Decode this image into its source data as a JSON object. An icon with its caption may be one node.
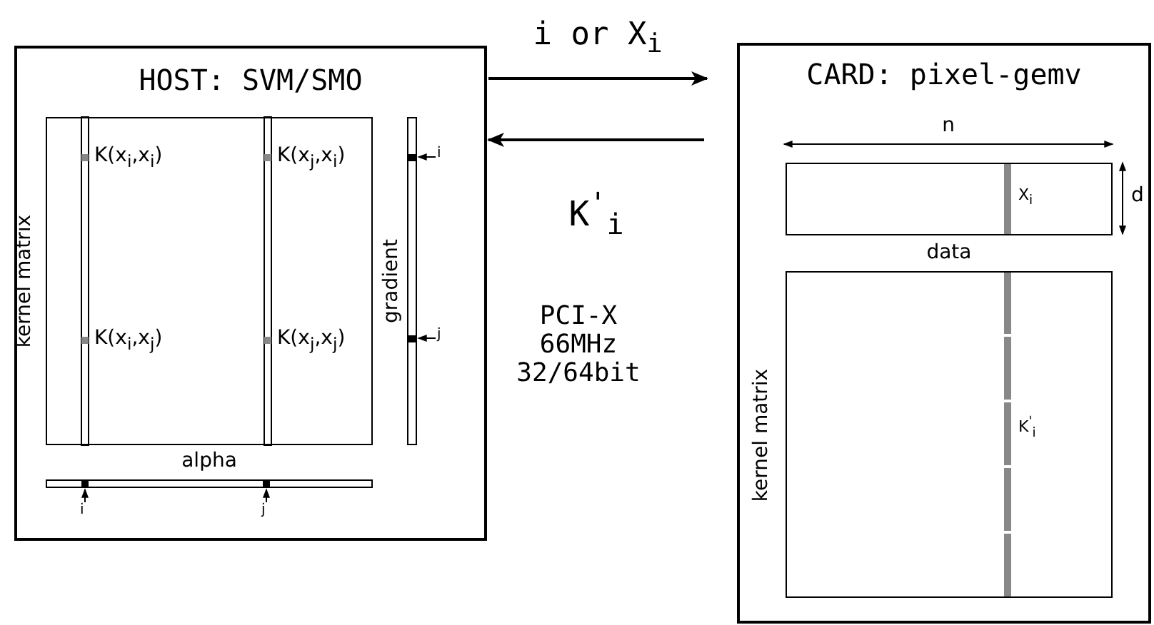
{
  "diagram": {
    "nodes": [
      {
        "text": [
          "HOST: SVM/SMO"
        ]
      },
      {
        "text": [
          "CARD: pixel-gemv"
        ]
      },
      {
        "text": [
          "kernel matrix"
        ],
        "in": 0
      },
      {
        "text": [
          "gradient"
        ],
        "in": 0
      },
      {
        "text": [
          "alpha"
        ],
        "in": 0
      },
      {
        "text": [
          "data"
        ],
        "in": 1
      },
      {
        "text": [
          "kernel matrix"
        ],
        "in": 1
      }
    ],
    "edges": [
      {
        "from": 0,
        "to": 1,
        "arrow": "to",
        "label": "i or X$_{i}$"
      },
      {
        "from": 1,
        "to": 0,
        "arrow": "to",
        "label": "K$^{'}$$_{i}$"
      }
    ],
    "labels": [
      "K(x$_{i}$,x$_{i}$)",
      "K(x$_{j}$,x$_{i}$)",
      "i",
      "K(x$_{i}$,x$_{j}$)",
      "K(x$_{j}$,x$_{j}$)",
      "j",
      "i",
      "j",
      "PCI-X 66MHz 32/64bit",
      "n",
      "X$_{i}$",
      "d",
      "K$^{'}$$_{i}$"
    ]
  }
}
